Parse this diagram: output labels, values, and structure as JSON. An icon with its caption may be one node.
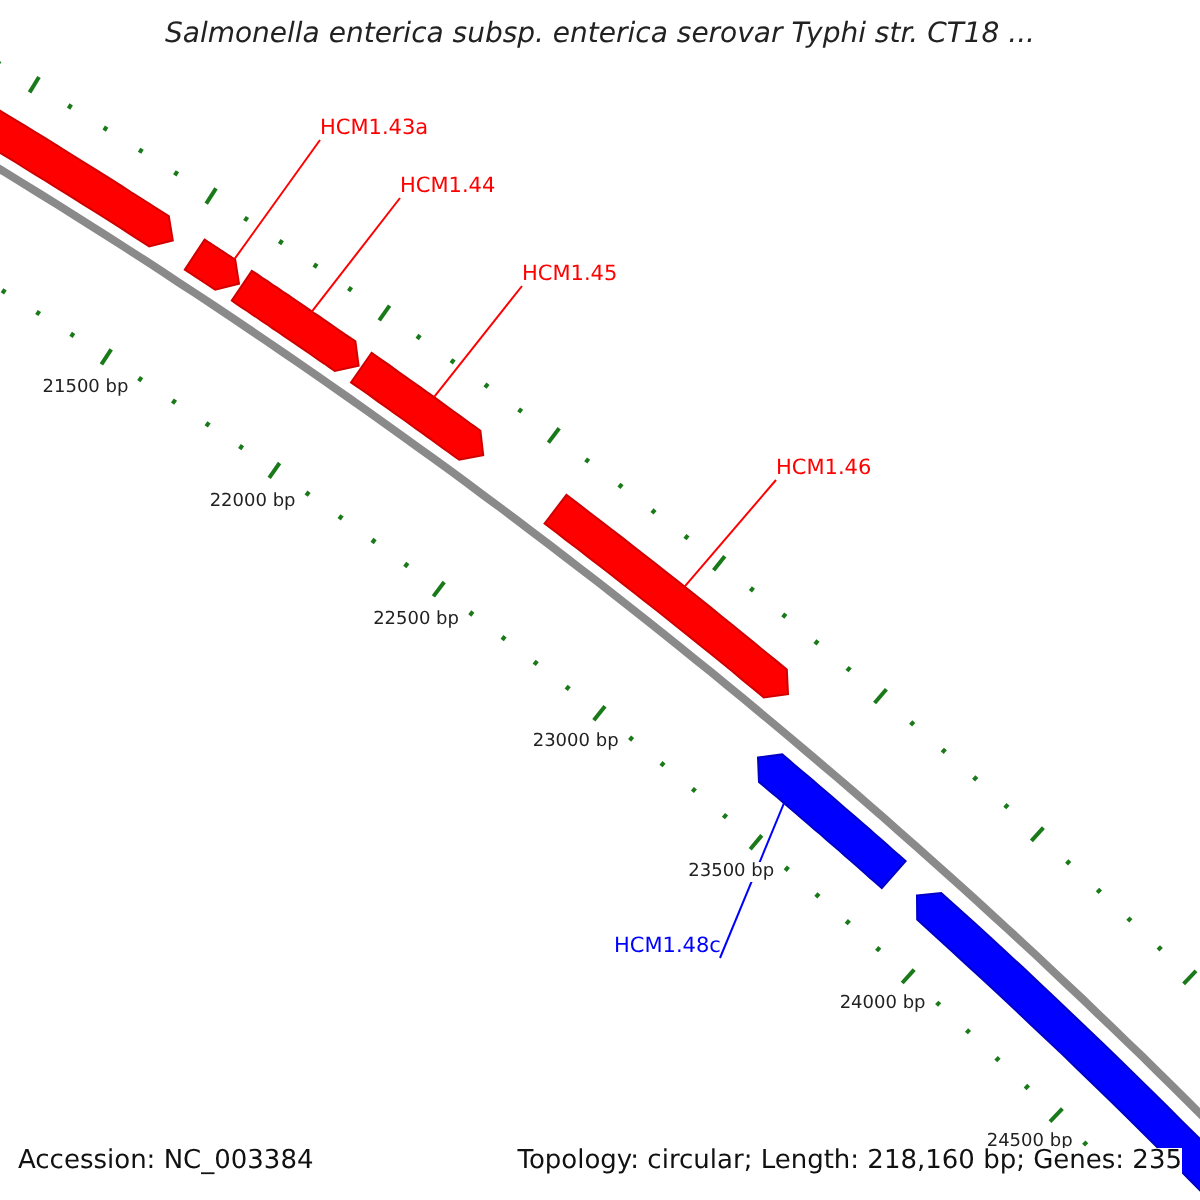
{
  "diagram": {
    "title": "Salmonella enterica subsp. enterica serovar Typhi str. CT18 ...",
    "nodes": [
      {
        "text": [],
        "shape": "bar"
      },
      {
        "text": [],
        "shape": "bar"
      },
      {
        "text": [],
        "shape": "bar"
      },
      {
        "text": [],
        "shape": "bar"
      },
      {
        "text": [],
        "shape": "bar"
      },
      {
        "text": [],
        "shape": "bar"
      },
      {
        "text": [],
        "shape": "bar"
      },
      {
        "text": [
          "HCM1.43a"
        ]
      },
      {
        "text": [
          "HCM1.44"
        ]
      },
      {
        "text": [
          "HCM1.45"
        ]
      },
      {
        "text": [
          "HCM1.46"
        ]
      },
      {
        "text": [
          "HCM1.48c"
        ]
      }
    ],
    "edges": [
      {
        "from": 7,
        "to": 1,
        "arrow": "none"
      },
      {
        "from": 8,
        "to": 2,
        "arrow": "none"
      },
      {
        "from": 9,
        "to": 3,
        "arrow": "none"
      },
      {
        "from": 10,
        "to": 4,
        "arrow": "none"
      },
      {
        "from": 11,
        "to": 5,
        "arrow": "none",
        "color": "#0000ff"
      }
    ],
    "labels": [
      "21500 bp",
      "22000 bp",
      "22500 bp",
      "23000 bp",
      "23500 bp",
      "24000 bp",
      "24500 bp",
      "Accession: NC_003384",
      "Topology: circular; Length: 218,160 bp; Genes: 235"
    ]
  }
}
